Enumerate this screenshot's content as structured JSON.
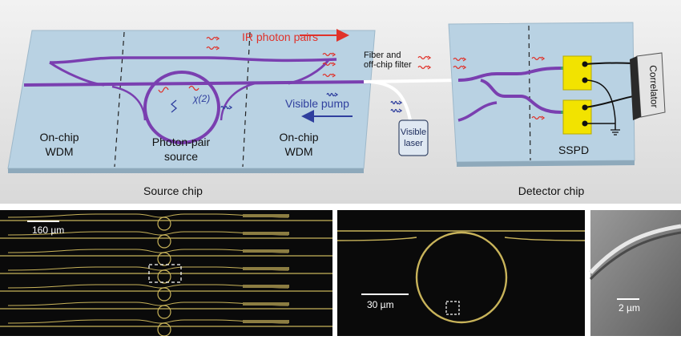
{
  "top_panel": {
    "source_chip": {
      "caption": "Source chip",
      "region_left": "On-chip\nWDM",
      "region_center": "Photon-pair\nsource",
      "region_right": "On-chip\nWDM",
      "chi_label": "χ(2)",
      "ir_label": "IR photon pairs",
      "pump_label": "Visible pump"
    },
    "fiber_label": "Fiber and\noff-chip filter",
    "laser_label": "Visible\nlaser",
    "detector_chip": {
      "caption": "Detector chip",
      "sspd_label": "SSPD",
      "correlator_label": "Correlator"
    },
    "colors": {
      "waveguide": "#7a3fb0",
      "ir": "#e0322a",
      "pump": "#2f3f9e",
      "chip": "#b9d2e3",
      "pad": "#f2e300"
    }
  },
  "bottom_panels": {
    "array_scale": "160 µm",
    "ring_scale": "30 µm",
    "sem_scale": "2 µm",
    "array_rows": 7,
    "colors": {
      "waveguide_gold": "#c8b35a",
      "dark_bg": "#0a0a0a"
    }
  }
}
